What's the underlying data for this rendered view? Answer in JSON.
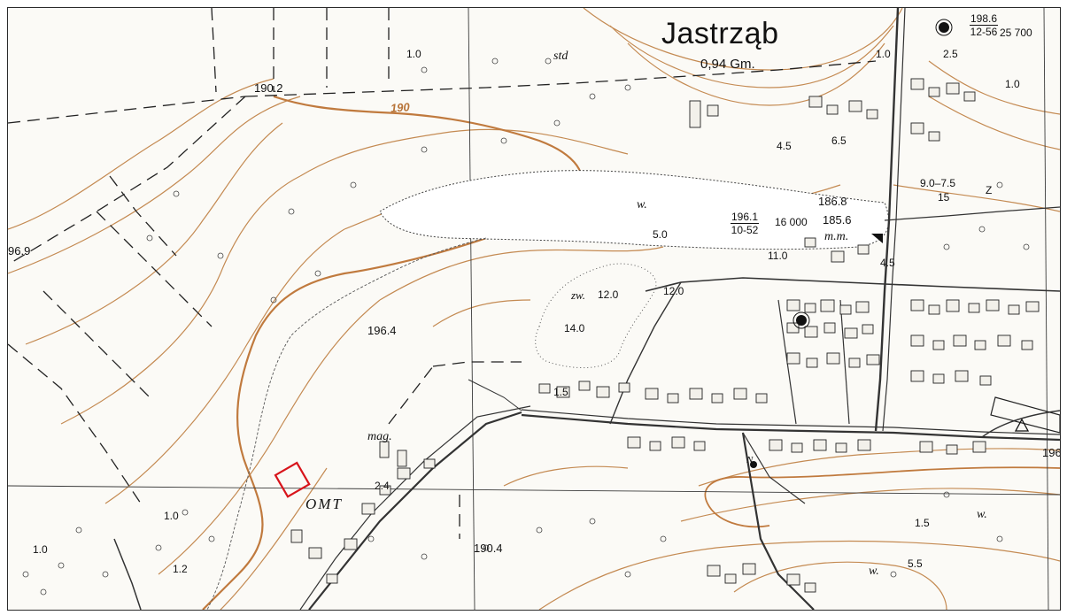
{
  "map": {
    "town": {
      "name": "Jastrząb",
      "sub": "0,94 Gm."
    },
    "contour_label": "190",
    "colors": {
      "contour": "#c48a52",
      "highlight": "#d8141b",
      "ink": "#1a1a1a",
      "road": "#333333"
    },
    "elevations": [
      {
        "id": "e1902",
        "text": "190.2"
      },
      {
        "id": "e1969",
        "text": "96.9"
      },
      {
        "id": "e1964",
        "text": "196.4"
      },
      {
        "id": "e1904",
        "text": "190.4"
      },
      {
        "id": "e1868",
        "text": "186.8"
      },
      {
        "id": "e1856",
        "text": "185.6"
      },
      {
        "id": "e196",
        "text": "196"
      },
      {
        "id": "e1986",
        "text": "198.6"
      },
      {
        "id": "e25700",
        "text": "25 700"
      },
      {
        "id": "e16000",
        "text": "16 000"
      }
    ],
    "widths": [
      {
        "id": "w10a",
        "text": "1.0"
      },
      {
        "id": "w10b",
        "text": "1.0"
      },
      {
        "id": "w10c",
        "text": "1.0"
      },
      {
        "id": "w10d",
        "text": "1.0"
      },
      {
        "id": "w25",
        "text": "2.5"
      },
      {
        "id": "w45a",
        "text": "4.5"
      },
      {
        "id": "w65",
        "text": "6.5"
      },
      {
        "id": "w50",
        "text": "5.0"
      },
      {
        "id": "w110",
        "text": "11.0"
      },
      {
        "id": "w45b",
        "text": "4.5"
      },
      {
        "id": "w120a",
        "text": "12.0"
      },
      {
        "id": "w120b",
        "text": "12.0"
      },
      {
        "id": "w140",
        "text": "14.0"
      },
      {
        "id": "w15a",
        "text": "1.5"
      },
      {
        "id": "w24",
        "text": "2.4"
      },
      {
        "id": "w15b",
        "text": "1.5"
      },
      {
        "id": "w55",
        "text": "5.5"
      },
      {
        "id": "w12",
        "text": "1.2"
      },
      {
        "id": "w10e",
        "text": "1.0"
      },
      {
        "id": "w9075",
        "text": "9.0–7.5"
      },
      {
        "id": "w15c",
        "text": "15"
      },
      {
        "id": "z",
        "text": "Z"
      }
    ],
    "fractions": [
      {
        "id": "f1",
        "top": "198.6",
        "bottom": "12-56"
      },
      {
        "id": "f2",
        "top": "196.1",
        "bottom": "10-52"
      }
    ],
    "italic_labels": [
      {
        "id": "std",
        "text": "std"
      },
      {
        "id": "w1",
        "text": "w."
      },
      {
        "id": "mm",
        "text": "m.m."
      },
      {
        "id": "mag",
        "text": "mag."
      },
      {
        "id": "omt",
        "text": "OMT"
      },
      {
        "id": "w2",
        "text": "w."
      },
      {
        "id": "w3",
        "text": "w."
      },
      {
        "id": "zw",
        "text": "zw."
      },
      {
        "id": "n",
        "text": "N"
      }
    ]
  }
}
